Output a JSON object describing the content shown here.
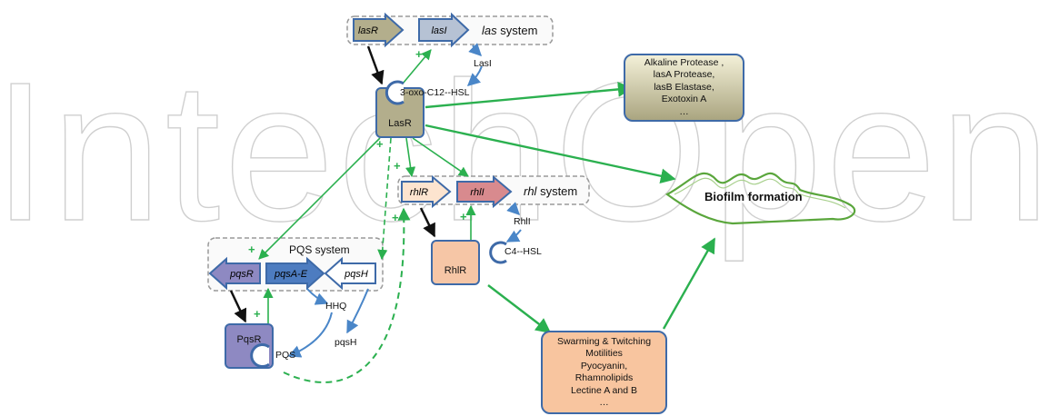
{
  "watermark": "IntechOpen",
  "las_system": {
    "genes": [
      "lasR",
      "lasI"
    ],
    "system_label_italic": "las",
    "system_label_rest": " system",
    "synthase": "LasI",
    "signal": "3-oxo-C12--HSL",
    "regulator": "LasR"
  },
  "rhl_system": {
    "genes": [
      "rhlR",
      "rhlI"
    ],
    "system_label_italic": "rhl",
    "system_label_rest": " system",
    "synthase": "RhlI",
    "signal": "C4--HSL",
    "regulator": "RhlR"
  },
  "pqs_system": {
    "label": "PQS system",
    "genes": [
      "pqsR",
      "pqsA-E",
      "pqsH"
    ],
    "intermediate": "HHQ",
    "enzyme": "pqsH",
    "signal": "PQS",
    "regulator": "PqsR"
  },
  "plus_sign": "+",
  "outputs": {
    "virulence": [
      "Alkaline Protease ,",
      "lasA Protease,",
      "lasB Elastase,",
      "Exotoxin A",
      "…"
    ],
    "biofilm": "Biofilm formation",
    "motility": [
      "Swarming  & Twitching",
      "Motilities",
      "Pyocyanin,",
      "Rhamnolipids",
      "Lectine A and B",
      "…"
    ]
  },
  "colors": {
    "green_arrow": "#2bb04f",
    "blue_arrow": "#4a86c8",
    "black_arrow": "#111111",
    "las_fill": "#b3ae8c",
    "rhl_fill": "#f6c6a6",
    "pqs_fill": "#8e89c2",
    "border_blue": "#3e6aa8",
    "biofilm_stroke": "#5aa63c"
  }
}
